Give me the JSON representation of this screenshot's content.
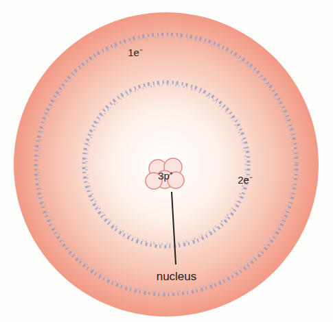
{
  "diagram": {
    "labels": [
      "1e⁻",
      "3p⁺",
      "2e⁻",
      "nucleus"
    ]
  }
}
